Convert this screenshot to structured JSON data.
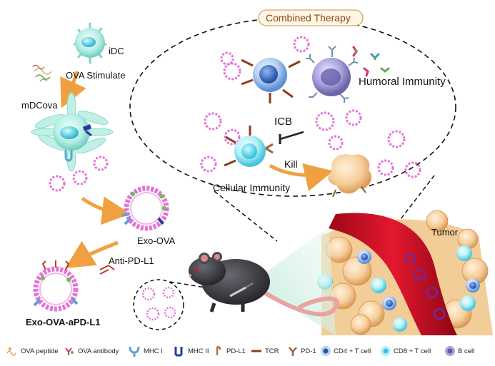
{
  "labels": {
    "combined_therapy": "Combined Therapy",
    "idc": "iDC",
    "ova_stimulate": "OVA Stimulate",
    "mdcova": "mDCova",
    "humoral_immunity": "Humoral Immunity",
    "icb": "ICB",
    "kill": "Kill",
    "cellular_immunity": "Cellular Immunity",
    "exo_ova": "Exo-OVA",
    "anti_pd_l1": "Anti-PD-L1",
    "exo_ova_apd_l1": "Exo-OVA-aPD-L1",
    "tumor": "Tumor"
  },
  "legend": [
    {
      "icon": "ova-peptide-icon",
      "label": "OVA peptide"
    },
    {
      "icon": "ova-antibody-icon",
      "label": "OVA antibody"
    },
    {
      "icon": "mhc-i-icon",
      "label": "MHC I"
    },
    {
      "icon": "mhc-ii-icon",
      "label": "MHC II"
    },
    {
      "icon": "pd-l1-icon",
      "label": "PD-L1"
    },
    {
      "icon": "tcr-icon",
      "label": "TCR"
    },
    {
      "icon": "pd-1-icon",
      "label": "PD-1"
    },
    {
      "icon": "cd4-t-cell-icon",
      "label": "CD4 + T cell"
    },
    {
      "icon": "cd8-t-cell-icon",
      "label": "CD8 + T cell"
    },
    {
      "icon": "b-cell-icon",
      "label": "B cell"
    }
  ],
  "colors": {
    "arrow": "#f0a040",
    "vessel": "#d8102a",
    "tumor": "#f2c48e",
    "cd4": "#5b8fd6",
    "cd8": "#7fe0ef",
    "bcell": "#8a84c4",
    "exosome": "#e472d8",
    "dc": "#9fe3d7",
    "mouse": "#3a3a3f"
  }
}
